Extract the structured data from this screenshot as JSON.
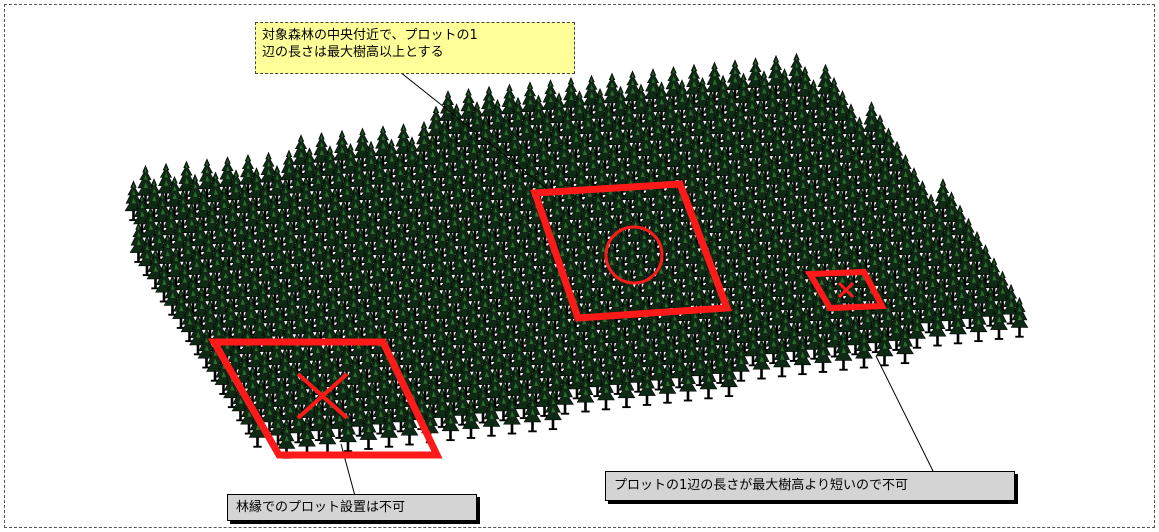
{
  "callouts": {
    "top": {
      "line1": "対象森林の中央付近で、プロットの1",
      "line2": "辺の長さは最大樹高以上とする"
    },
    "left": "林縁でのプロット設置は不可",
    "right": "プロットの1辺の長さが最大樹高より短いので不可"
  },
  "colors": {
    "plot_outline": "#ff1a1a",
    "tree_canopy": "#0f2a14",
    "tree_highlight": "#2e6b2e",
    "top_note_bg": "#ffff99",
    "bottom_note_bg": "#d4d4d4"
  },
  "icons": {
    "tree": "conifer-tree-icon",
    "reject_mark": "x-mark-icon",
    "center_mark": "circle-icon"
  }
}
